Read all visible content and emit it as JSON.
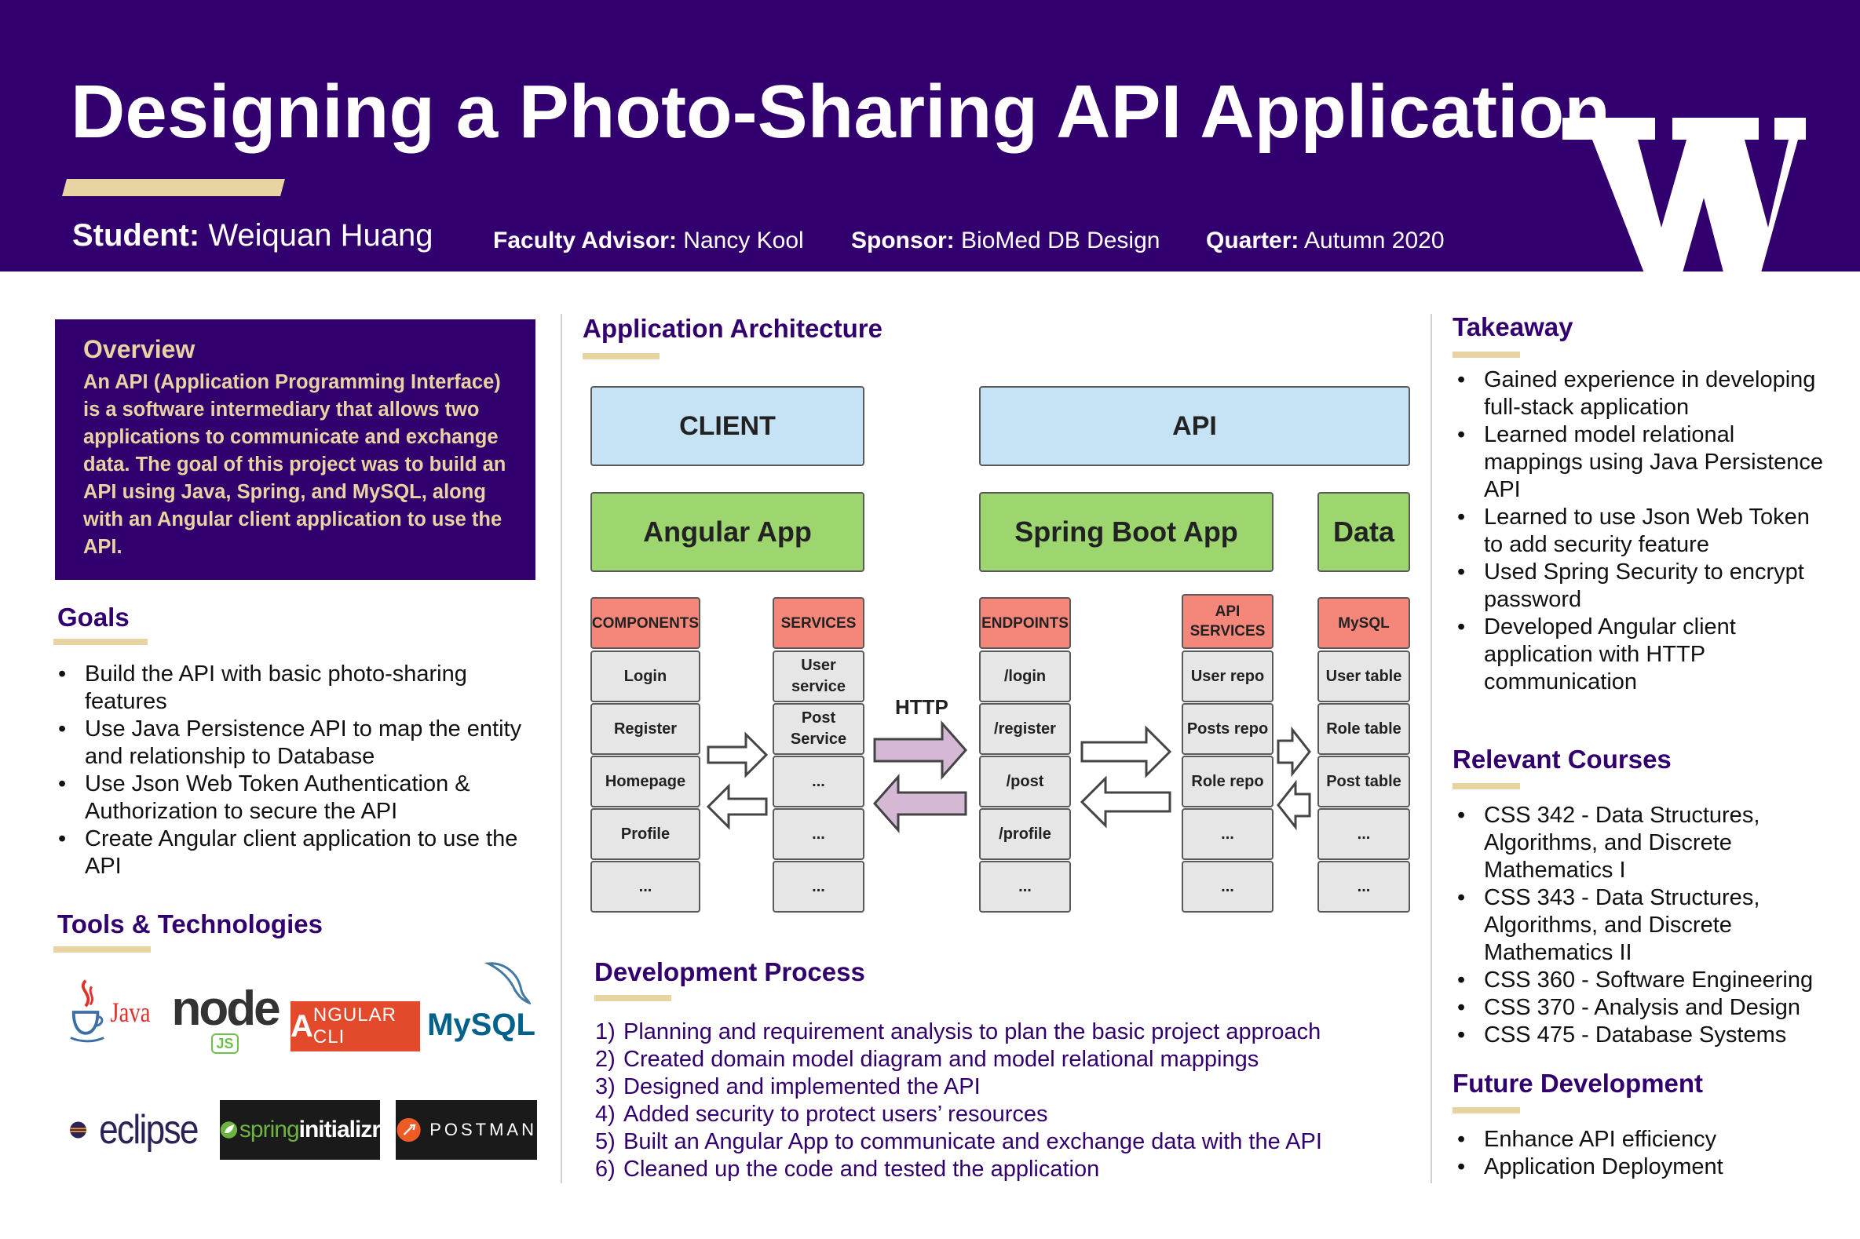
{
  "header": {
    "title": "Designing a Photo-Sharing API Application",
    "student_label": "Student:",
    "student_name": "Weiquan Huang",
    "advisor_label": "Faculty Advisor:",
    "advisor_name": "Nancy Kool",
    "sponsor_label": "Sponsor:",
    "sponsor_name": "BioMed DB Design",
    "quarter_label": "Quarter:",
    "quarter_value": "Autumn 2020",
    "logo_icon": "uw-w-logo"
  },
  "colors": {
    "purple": "#32006e",
    "gold": "#e8d3a2",
    "blue_box": "#c6e3f5",
    "green_box": "#9dd66f",
    "salmon_box": "#f5877a",
    "grey_box": "#e6e6e6",
    "arrow_purple": "#d4b8d4"
  },
  "overview": {
    "title": "Overview",
    "text": "An API (Application Programming Interface) is a software intermediary that allows two applications to communicate and exchange data. The goal of this project was to build an API using Java, Spring, and MySQL, along with an Angular client application to use the API."
  },
  "goals": {
    "title": "Goals",
    "items": [
      "Build the API with basic photo-sharing features",
      "Use Java Persistence API to map the entity and relationship to Database",
      "Use Json Web Token Authentication & Authorization to secure the API",
      "Create Angular client application to use the API"
    ]
  },
  "tools": {
    "title": "Tools & Technologies",
    "logos": {
      "java": "Java",
      "node": "node",
      "node_sub": "JS",
      "angular_a": "A",
      "angular": "NGULAR CLI",
      "mysql": "MySQL",
      "eclipse": "eclipse",
      "spring": "spring",
      "spring_b": "initializr",
      "postman": "POSTMAN"
    }
  },
  "architecture": {
    "title": "Application Architecture",
    "client": "CLIENT",
    "api": "API",
    "angular_app": "Angular App",
    "spring_boot_app": "Spring Boot App",
    "data": "Data",
    "http": "HTTP",
    "components": {
      "header": "COMPONENTS",
      "rows": [
        "Login",
        "Register",
        "Homepage",
        "Profile",
        "..."
      ]
    },
    "services": {
      "header": "SERVICES",
      "rows": [
        "User service",
        "Post Service",
        "...",
        "...",
        "..."
      ]
    },
    "endpoints": {
      "header": "ENDPOINTS",
      "rows": [
        "/login",
        "/register",
        "/post",
        "/profile",
        "..."
      ]
    },
    "api_services": {
      "header": "API SERVICES",
      "rows": [
        "User repo",
        "Posts repo",
        "Role repo",
        "...",
        "..."
      ]
    },
    "mysql": {
      "header": "MySQL",
      "rows": [
        "User table",
        "Role table",
        "Post table",
        "...",
        "..."
      ]
    }
  },
  "development": {
    "title": "Development Process",
    "items": [
      {
        "n": "1)",
        "text": "Planning and requirement analysis to plan the basic project approach"
      },
      {
        "n": "2)",
        "text": "Created domain model diagram and model relational mappings"
      },
      {
        "n": "3)",
        "text": "Designed and implemented the API"
      },
      {
        "n": "4)",
        "text": "Added security to protect users’ resources"
      },
      {
        "n": "5)",
        "text": "Built an Angular App to communicate and exchange data with the API"
      },
      {
        "n": "6)",
        "text": "Cleaned up the code and tested the application"
      }
    ]
  },
  "takeaway": {
    "title": "Takeaway",
    "items": [
      "Gained experience in developing full-stack application",
      "Learned model relational mappings using Java Persistence API",
      "Learned to use Json Web Token to add security feature",
      "Used Spring Security to encrypt password",
      "Developed Angular client application with HTTP communication"
    ]
  },
  "courses": {
    "title": "Relevant Courses",
    "items": [
      "CSS 342 - Data Structures, Algorithms, and Discrete Mathematics I",
      "CSS 343 - Data Structures, Algorithms, and Discrete Mathematics II",
      "CSS 360 - Software Engineering",
      "CSS 370 - Analysis and Design",
      "CSS 475 - Database Systems"
    ]
  },
  "future": {
    "title": "Future Development",
    "items": [
      "Enhance API efficiency",
      "Application Deployment"
    ]
  }
}
